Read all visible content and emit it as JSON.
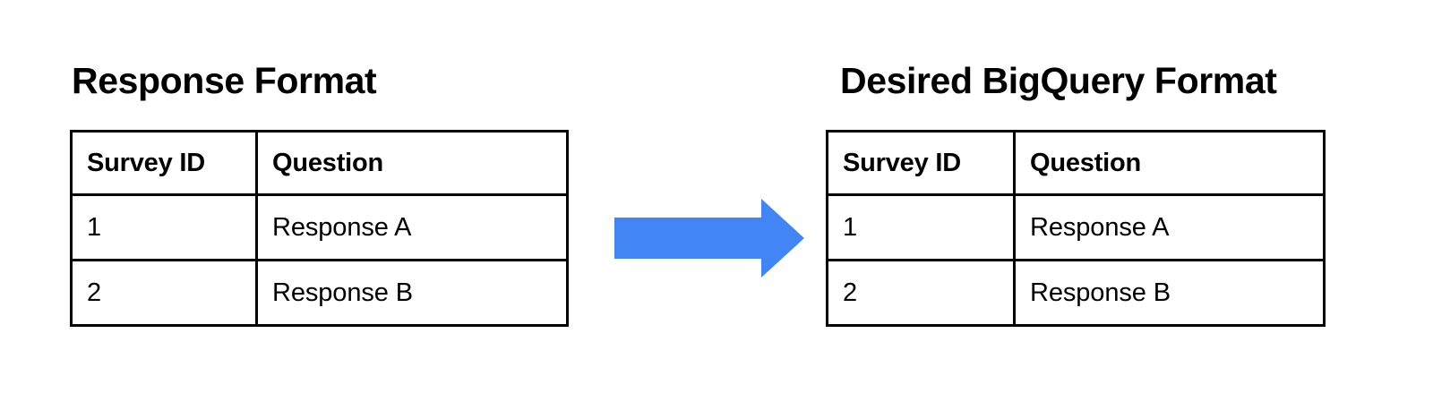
{
  "background_color": "#ffffff",
  "panels": [
    {
      "id": "response-format",
      "title": "Response Format",
      "table": {
        "headers": [
          "Survey ID",
          "Question"
        ],
        "rows": [
          [
            "1",
            "Response A"
          ],
          [
            "2",
            "Response B"
          ]
        ]
      }
    },
    {
      "id": "desired-bigquery-format",
      "title": "Desired BigQuery Format",
      "table": {
        "headers": [
          "Survey ID",
          "Question"
        ],
        "rows": [
          [
            "1",
            "Response A"
          ],
          [
            "2",
            "Response B"
          ]
        ]
      }
    }
  ],
  "arrow": {
    "icon": "right-arrow-icon",
    "direction": "right",
    "color": "#4285f4"
  },
  "text_color": "#000000",
  "border_color": "#000000"
}
